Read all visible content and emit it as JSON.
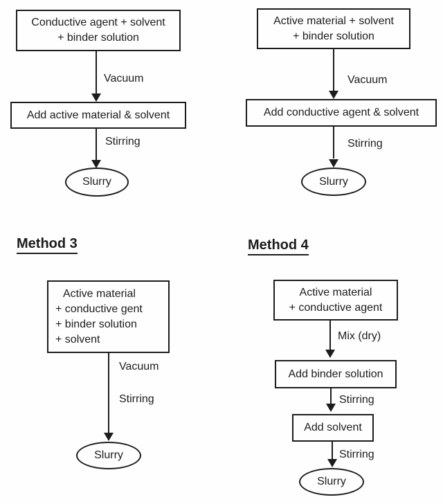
{
  "colors": {
    "ink": "#1c1c1c",
    "background": "#fefefe"
  },
  "m1": {
    "box1_line1": "Conductive agent + solvent",
    "box1_line2": "+ binder solution",
    "arrow1_label": "Vacuum",
    "box2_label": "Add active material & solvent",
    "arrow2_label": "Stirring",
    "terminal_label": "Slurry"
  },
  "m2": {
    "box1_line1": "Active material + solvent",
    "box1_line2": "+ binder solution",
    "arrow1_label": "Vacuum",
    "box2_label": "Add conductive agent & solvent",
    "arrow2_label": "Stirring",
    "terminal_label": "Slurry"
  },
  "m3": {
    "heading": "Method 3",
    "box1_line1": "Active material",
    "box1_line2": "+ conductive gent",
    "box1_line3": "+ binder solution",
    "box1_line4": "+ solvent",
    "arrow1_label": "Vacuum",
    "arrow2_label": "Stirring",
    "terminal_label": "Slurry"
  },
  "m4": {
    "heading": "Method 4",
    "box1_line1": "Active material",
    "box1_line2": "+ conductive agent",
    "arrow1_label": "Mix (dry)",
    "box2_label": "Add binder solution",
    "arrow2_label": "Stirring",
    "box3_label": "Add solvent",
    "arrow3_label": "Stirring",
    "terminal_label": "Slurry"
  }
}
